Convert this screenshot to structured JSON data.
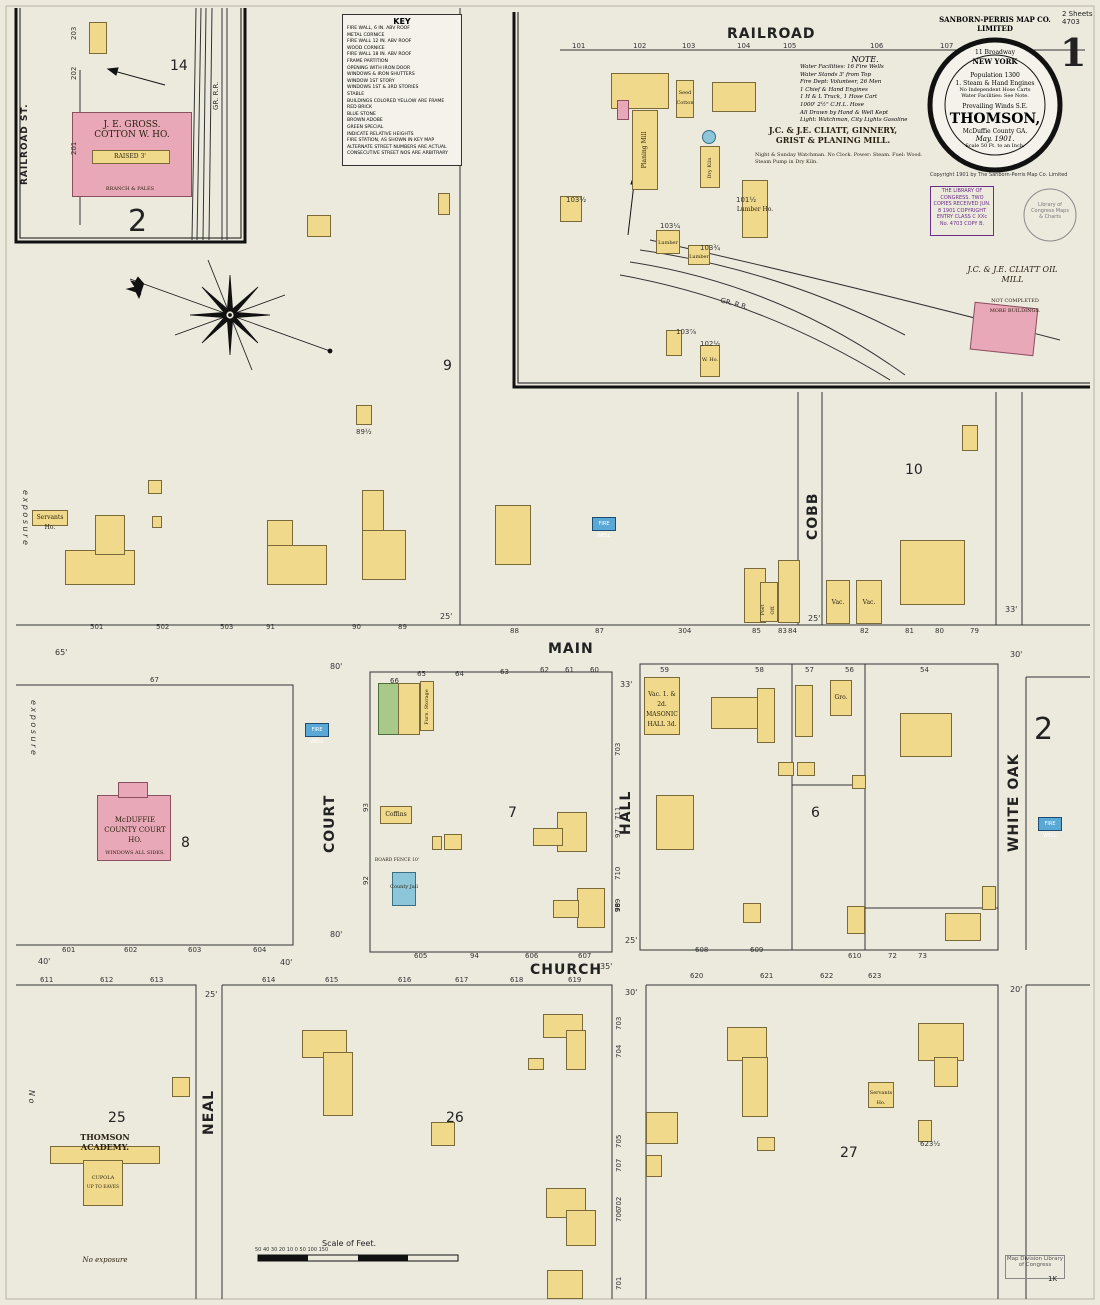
{
  "sheet": {
    "number": "1",
    "page_code": "2 Sheets 4703"
  },
  "publisher": {
    "name": "SANBORN-PERRIS MAP CO. LIMITED",
    "address": "11 Broadway",
    "city": "NEW YORK",
    "population": "Population 1300",
    "engines": "1. Steam & Hand Engines",
    "hose": "No Independent Hose Carts",
    "water": "Water Facilities: See Note.",
    "winds": "Prevailing Winds S.E.",
    "town": "THOMSON,",
    "county": "McDuffie County GA.",
    "date": "May. 1901.",
    "scale": "Scale 50 Ft. to an Inch.",
    "copyright": "Copyright 1901 by The Sanborn-Perris Map Co. Limited"
  },
  "key": {
    "title": "KEY",
    "lines": [
      "FIRE WALL, 6 IN. ABV ROOF",
      "METAL CORNICE",
      "FIRE WALL 12 IN. ABV ROOF",
      "WOOD CORNICE",
      "FIRE WALL 18 IN. ABV ROOF",
      "FRAME PARTITION",
      "OPENING WITH IRON DOOR",
      "WINDOWS & IRON SHUTTERS",
      "WINDOW 1ST STORY",
      "WINDOWS 1ST & 3RD STORIES",
      "STABLE",
      "BUILDINGS COLORED YELLOW ARE FRAME",
      "RED  BRICK",
      "BLUE  STONE",
      "BROWN  ADOBE",
      "GREEN  SPECIAL",
      "INDICATE RELATIVE HEIGHTS",
      "FIRE STATION, AS SHOWN IN KEY MAP",
      "ALTERNATE STREET NUMBERS ARE ACTUAL",
      "CONSECUTIVE STREET NOS ARE ARBITRARY"
    ]
  },
  "note": {
    "title": "NOTE.",
    "lines": [
      "Water Facilities: 16 Fire Wells",
      "Water Stands 3' from Top",
      "Fire Dept: Volunteer, 26 Men",
      "1 Chief & Hand Engines",
      "1 H & L Truck, 1 Hose Cart",
      "1000' 2½\" C.H.L. Hose",
      "All Drawn by Hand & Well Kept",
      "Light: Watchman, City Lights Gasoline"
    ]
  },
  "streets": {
    "railroad": "RAILROAD",
    "railroad_st": "RAILROAD  ST.",
    "main": "MAIN",
    "church": "CHURCH",
    "court": "COURT",
    "hall": "HALL",
    "cobb": "COBB",
    "white_oak": "WHITE OAK",
    "neal": "NEAL",
    "gr_rr": "GR. R.R."
  },
  "blocks": [
    "14",
    "2",
    "9",
    "10",
    "8",
    "7",
    "6",
    "2",
    "25",
    "26",
    "27"
  ],
  "labels": {
    "cotton_wh": "J. E. GROSS. COTTON W. HO.",
    "cotton_sub": "RAISED 3'",
    "cotton_bales": "BRANCH & PALES",
    "ginnery": "J.C. & J.E. CLIATT, GINNERY, GRIST & PLANING MILL.",
    "ginnery_detail": "Night & Sunday Watchman. No Clock. Power: Steam. Fuel: Wood. Steam Pump in Dry Kiln.",
    "oil_mill": "J.C. & J.E. CLIATT OIL MILL",
    "oil_mill_note": "NOT COMPLETED MORE BUILDINGS.",
    "court_ho": "McDUFFIE COUNTY COURT HO.",
    "court_windows": "WINDOWS ALL SIDES.",
    "academy": "THOMSON ACADEMY.",
    "academy_sub": "CUPOLA",
    "academy_note": "UP TO EAVES",
    "masonic": "Vac. 1. & 2d. MASONIC HALL 3d.",
    "coffins": "Coffins",
    "county_jail": "County Jail",
    "planing_mill": "Planing Mill",
    "seed_cotton": "Seed Cotton",
    "lumber1": "Lumber",
    "lumber2": "Lumber",
    "lumber_ho": "Lumber Ho.",
    "wh": "W. Ho.",
    "dry_kiln": "Dry Kiln",
    "servants1": "Servants Ho.",
    "servants2": "Servants Ho.",
    "gro": "Gro.",
    "vac1": "Vac.",
    "vac2": "Vac.",
    "post_off": "Post Off.",
    "furn_storage": "Furn. Storage",
    "fire_well": "FIRE WELL",
    "board_fence": "BOARD FENCE 10'",
    "no_exposure": "No exposure",
    "exposure_v": "e x p o s u r e",
    "no_v": "N o",
    "scale_title": "Scale of Feet.",
    "scale_ticks": "50  40  30  20  10  0           50           100           150",
    "lib_stamp": "THE LIBRARY OF CONGRESS. TWO COPIES RECEIVED JUN. 8 1901 COPYRIGHT ENTRY CLASS C XXc No. 4703 COPY B.",
    "lib_circle": "Library of Congress Maps & Charts",
    "lib_box": "Map Division Library of Congress",
    "corner": "1K"
  },
  "widths": {
    "w65": "65'",
    "w80a": "80'",
    "w80b": "80'",
    "w25a": "25'",
    "w25b": "25'",
    "w25c": "25'",
    "w25d": "25'",
    "w33a": "33'",
    "w33b": "33'",
    "w30a": "30'",
    "w30b": "30'",
    "w35": "35'",
    "w40a": "40'",
    "w40b": "40'",
    "w20": "20'"
  },
  "house_numbers": {
    "main_north": [
      "501",
      "502",
      "503",
      "91",
      "90",
      "89",
      "88",
      "87",
      "304",
      "85",
      "84",
      "83",
      "82",
      "81",
      "80",
      "79"
    ],
    "main_south": [
      "67",
      "66",
      "65",
      "64",
      "63",
      "62",
      "61",
      "60",
      "59",
      "58",
      "57",
      "56",
      "54"
    ],
    "church_north": [
      "601",
      "602",
      "603",
      "604",
      "605",
      "94",
      "606",
      "607",
      "608",
      "609",
      "610",
      "72",
      "73"
    ],
    "church_south": [
      "611",
      "612",
      "613",
      "614",
      "615",
      "616",
      "617",
      "618",
      "619",
      "620",
      "621",
      "622",
      "623"
    ],
    "railroad": [
      "101",
      "102",
      "103",
      "104",
      "105",
      "106",
      "107"
    ],
    "court": [
      "93",
      "92"
    ],
    "hall": [
      "703",
      "711",
      "710",
      "709",
      "99",
      "98",
      "97",
      "96"
    ],
    "neal_side": [
      "704",
      "703",
      "705",
      "707",
      "706",
      "702",
      "701"
    ],
    "railroad_st": [
      "203",
      "202",
      "201"
    ],
    "misc": [
      "89½",
      "623½",
      "103½",
      "103¼",
      "103¾",
      "103⅞",
      "101½",
      "102½"
    ]
  },
  "colors": {
    "paper": "#ece9dd",
    "frame": "#f0d98b",
    "brick": "#e9a8b8",
    "stone": "#8cc6d8",
    "special": "#a9c98a",
    "stamp": "#6b2d8a"
  }
}
